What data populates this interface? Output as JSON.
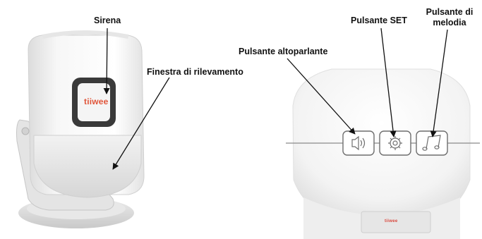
{
  "labels": {
    "siren": "Sirena",
    "detection_window": "Finestra di rilevamento",
    "speaker_button": "Pulsante altoparlante",
    "set_button": "Pulsante SET",
    "melody_button_line1": "Pulsante di",
    "melody_button_line2": "melodia"
  },
  "brand": {
    "logo_text": "tiiwee",
    "logo_text_bottom": "tiiwee"
  },
  "icons": {
    "speaker": "speaker-icon",
    "set": "gear-icon",
    "melody": "music-note-icon"
  },
  "colors": {
    "brand_orange": "#e0553a",
    "device_white": "#f4f4f4",
    "outline_gray": "#8a8a8a",
    "label_text": "#111111"
  }
}
